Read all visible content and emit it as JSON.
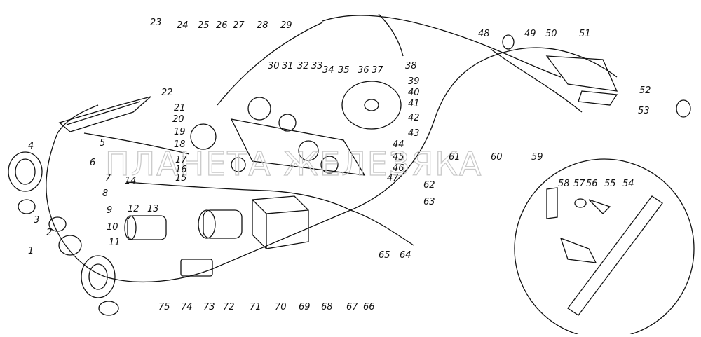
{
  "watermark": "ПЛАНЕТА ЖЕЛЕЗЯКА",
  "callouts": [
    "1",
    "2",
    "3",
    "4",
    "5",
    "6",
    "7",
    "8",
    "9",
    "10",
    "11",
    "12",
    "13",
    "14",
    "15",
    "16",
    "17",
    "18",
    "19",
    "20",
    "21",
    "22",
    "23",
    "24",
    "25",
    "26",
    "27",
    "28",
    "29",
    "30",
    "31",
    "32",
    "33",
    "34",
    "35",
    "36",
    "37",
    "38",
    "39",
    "40",
    "41",
    "42",
    "43",
    "44",
    "45",
    "46",
    "47",
    "48",
    "49",
    "50",
    "51",
    "52",
    "53",
    "54",
    "55",
    "56",
    "57",
    "58",
    "59",
    "60",
    "61",
    "62",
    "63",
    "64",
    "65",
    "66",
    "67",
    "68",
    "69",
    "70",
    "71",
    "72",
    "73",
    "74",
    "75"
  ]
}
